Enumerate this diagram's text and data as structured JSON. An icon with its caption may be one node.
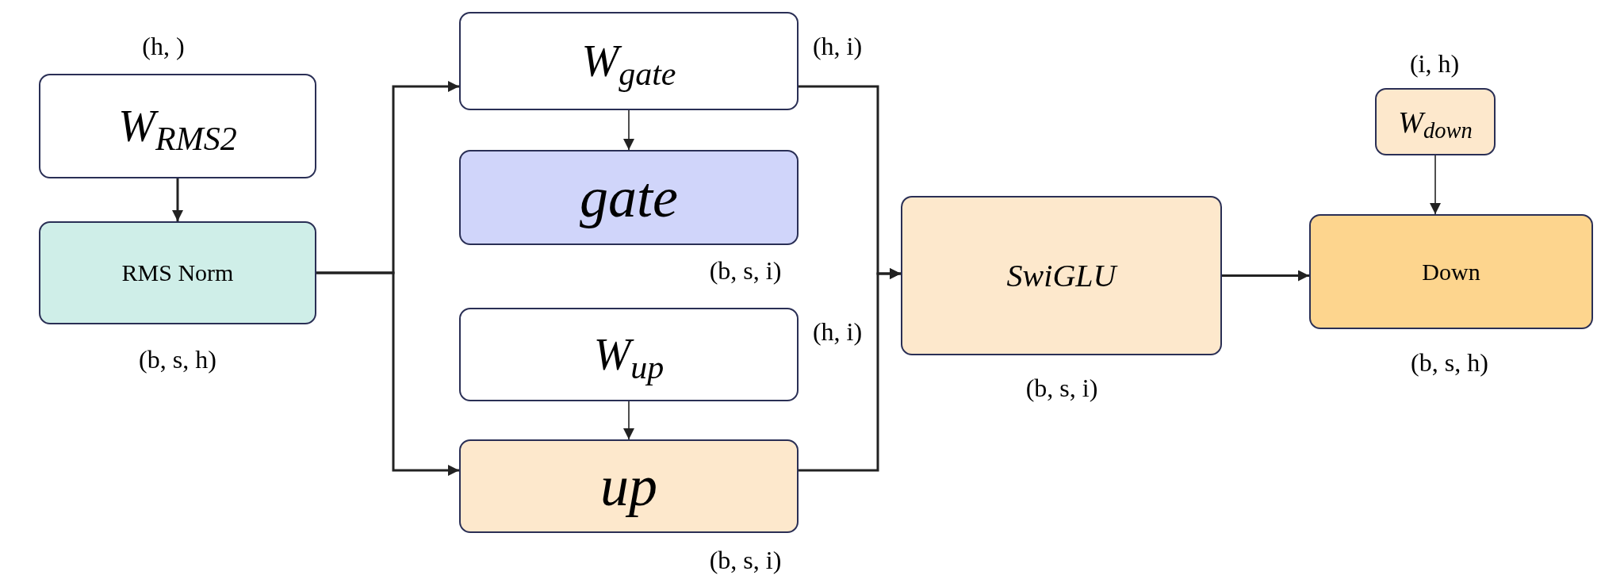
{
  "diagram": {
    "nodes": [
      {
        "text": [
          "W$_{RMS2}$"
        ],
        "beside": [
          "(h, )"
        ]
      },
      {
        "text": [
          "RMS Norm"
        ],
        "beside": [
          "(b, s, h)"
        ]
      },
      {
        "text": [
          "W$_{gate}$"
        ],
        "beside": [
          "(h, i)"
        ]
      },
      {
        "text": [
          "gate"
        ],
        "beside": [
          "(b, s, i)"
        ]
      },
      {
        "text": [
          "W$_{up}$"
        ],
        "beside": [
          "(h, i)"
        ]
      },
      {
        "text": [
          "up"
        ],
        "beside": [
          "(b, s, i)"
        ]
      },
      {
        "text": [
          "SwiGLU"
        ],
        "beside": [
          "(b, s, i)"
        ]
      },
      {
        "text": [
          "W$_{down}$"
        ],
        "beside": [
          "(i, h)"
        ]
      },
      {
        "text": [
          "Down"
        ],
        "beside": [
          "(b, s, h)"
        ]
      }
    ],
    "edges": [
      {
        "from": 0,
        "to": 1,
        "arrow": "to"
      },
      {
        "from": 1,
        "to": 2,
        "arrow": "to"
      },
      {
        "from": 1,
        "to": 5,
        "arrow": "to"
      },
      {
        "from": 2,
        "to": 3,
        "arrow": "to"
      },
      {
        "from": 4,
        "to": 5,
        "arrow": "to"
      },
      {
        "from": 2,
        "to": 6,
        "arrow": "to"
      },
      {
        "from": 5,
        "to": 6,
        "arrow": "to"
      },
      {
        "from": 6,
        "to": 8,
        "arrow": "to"
      },
      {
        "from": 7,
        "to": 8,
        "arrow": "to"
      }
    ]
  }
}
